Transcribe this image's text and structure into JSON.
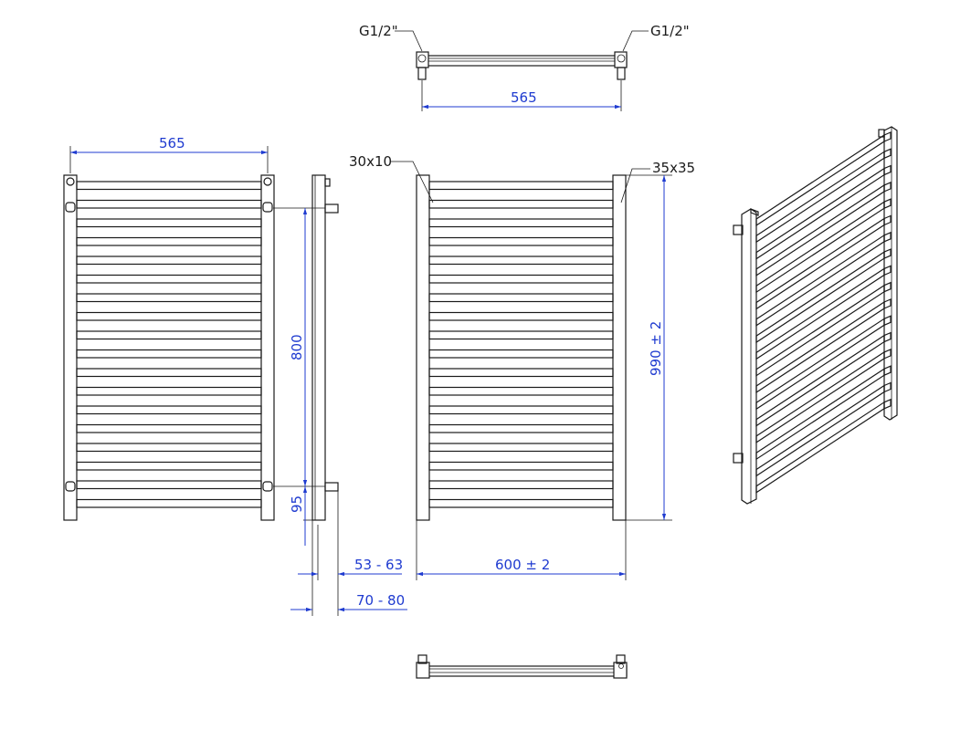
{
  "labels": {
    "connection_left": "G1/2\"",
    "connection_right": "G1/2\"",
    "top_view_width": "565",
    "front_width": "565",
    "side_height": "800",
    "side_bottom": "95",
    "depth_inner": "53 - 63",
    "depth_outer": "70 - 80",
    "bar_profile": "30x10",
    "column_profile": "35x35",
    "overall_width": "600 ± 2",
    "overall_height": "990 ± 2"
  },
  "colors": {
    "line": "#1a1a1a",
    "dimension": "#1f3bd0"
  }
}
